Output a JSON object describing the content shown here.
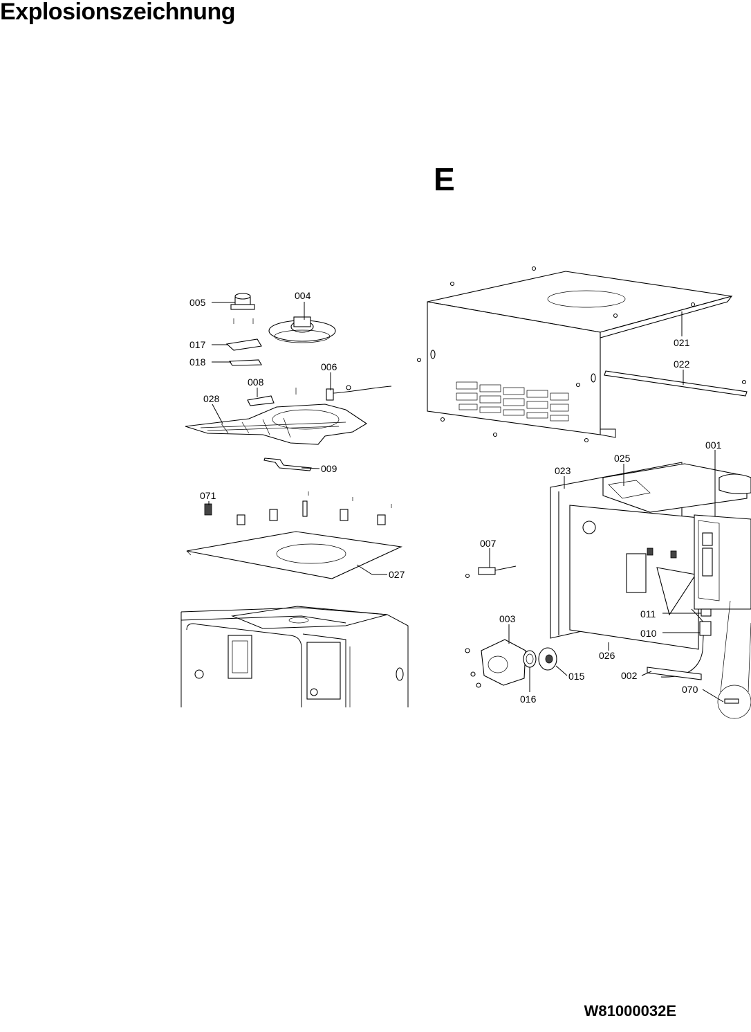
{
  "page_title": "Explosionszeichnung",
  "section_letter": "E",
  "document_number": "W81000032E",
  "part_labels": [
    "005",
    "004",
    "017",
    "018",
    "006",
    "008",
    "028",
    "009",
    "071",
    "027",
    "021",
    "022",
    "001",
    "025",
    "023",
    "007",
    "011",
    "010",
    "003",
    "026",
    "016",
    "015",
    "002",
    "070"
  ]
}
